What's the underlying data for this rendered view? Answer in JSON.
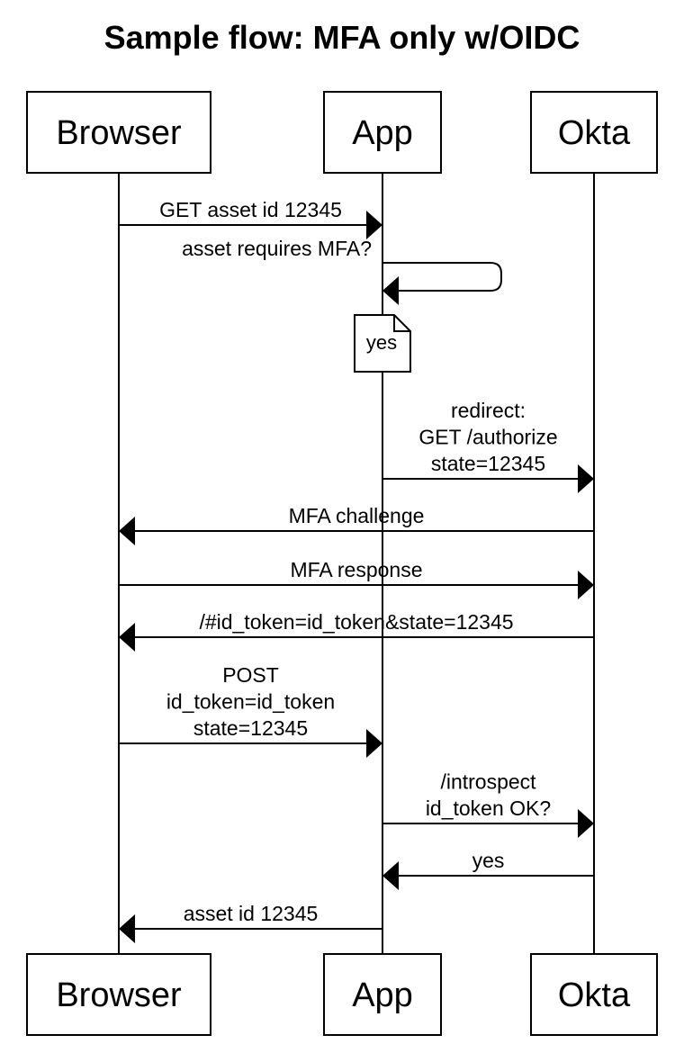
{
  "title": "Sample flow: MFA only w/OIDC",
  "colors": {
    "line": "#000000",
    "background": "#ffffff"
  },
  "participants": [
    {
      "id": "browser",
      "label": "Browser"
    },
    {
      "id": "app",
      "label": "App"
    },
    {
      "id": "okta",
      "label": "Okta"
    }
  ],
  "messages": [
    {
      "from": "browser",
      "to": "app",
      "lines": [
        "GET asset id 12345"
      ]
    },
    {
      "from": "app",
      "to": "app",
      "lines": [
        "asset requires MFA?"
      ],
      "self": true
    },
    {
      "note_on": "app",
      "lines": [
        "yes"
      ]
    },
    {
      "from": "app",
      "to": "okta",
      "lines": [
        "redirect:",
        "GET /authorize",
        "state=12345"
      ]
    },
    {
      "from": "okta",
      "to": "browser",
      "lines": [
        "MFA challenge"
      ]
    },
    {
      "from": "browser",
      "to": "okta",
      "lines": [
        "MFA response"
      ]
    },
    {
      "from": "okta",
      "to": "browser",
      "lines": [
        "/#id_token=id_token&state=12345"
      ]
    },
    {
      "from": "browser",
      "to": "app",
      "lines": [
        "POST",
        "id_token=id_token",
        "state=12345"
      ]
    },
    {
      "from": "app",
      "to": "okta",
      "lines": [
        "/introspect",
        "id_token OK?"
      ]
    },
    {
      "from": "okta",
      "to": "app",
      "lines": [
        "yes"
      ]
    },
    {
      "from": "app",
      "to": "browser",
      "lines": [
        "asset id 12345"
      ]
    }
  ]
}
